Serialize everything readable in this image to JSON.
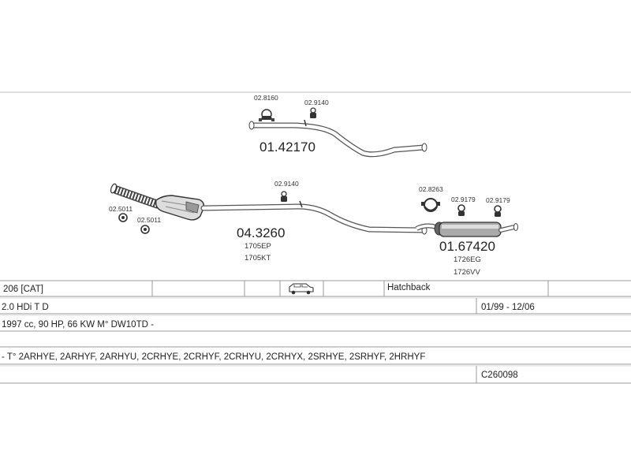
{
  "diagram": {
    "upper_pipe": {
      "part_number": "01.42170",
      "clamp_part": "02.8160",
      "hanger_part": "02.9140"
    },
    "front_section": {
      "part_number": "04.3260",
      "sub_codes": [
        "1705EP",
        "1705KT"
      ],
      "gasket_part_1": "02.5011",
      "gasket_part_2": "02.5011",
      "hanger_part": "02.9140"
    },
    "rear_silencer": {
      "part_number": "01.67420",
      "sub_codes": [
        "1726EG",
        "1726VV"
      ],
      "clamp_part": "02.8263",
      "hanger_part_1": "02.9179",
      "hanger_part_2": "02.9179"
    }
  },
  "vehicle_table": {
    "model": "206  [CAT]",
    "body_type": "Hatchback",
    "vehicle_icon": "car-icon",
    "engine": "2.0 HDi T D",
    "period": "01/99  -  12/06",
    "specs": "1997 cc, 90 HP, 66 KW M° DW10TD -",
    "type_codes": "- T° 2ARHYE, 2ARHYF, 2ARHYU, 2CRHYE, 2CRHYF, 2CRHYU, 2CRHYX, 2SRHYE, 2SRHYF, 2HRHYF",
    "catalog_code": "C260098"
  }
}
